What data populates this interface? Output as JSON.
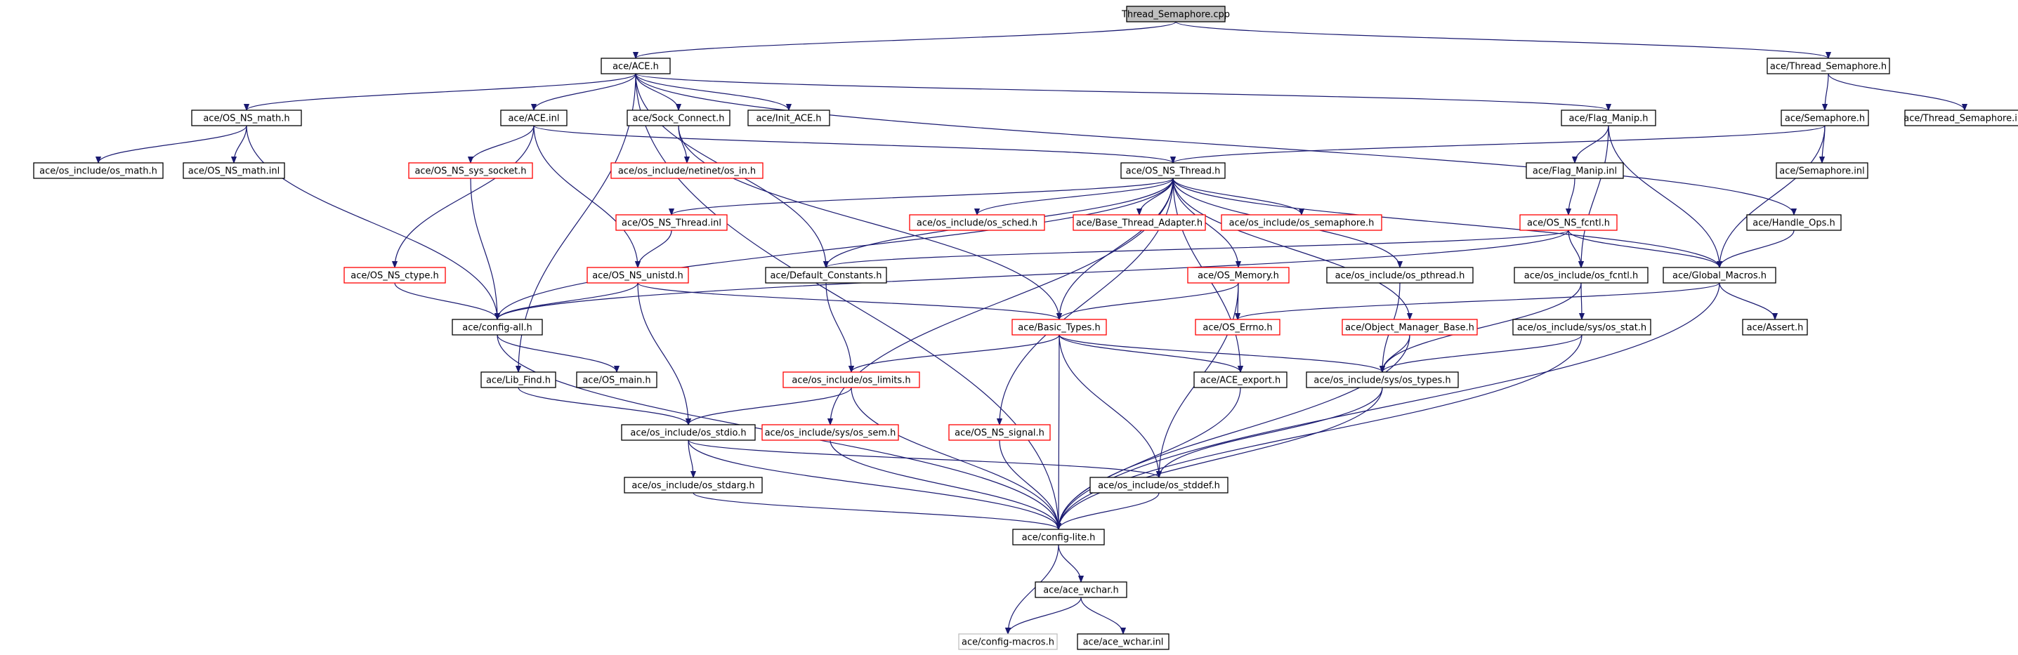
{
  "colors": {
    "edge": "#191970",
    "normal_border": "#000000",
    "incomplete_border": "#ff0000",
    "external_border": "#bfbfbf",
    "root_fill": "#bfbfbf",
    "fill": "#ffffff"
  },
  "nodes": [
    {
      "id": "thread_semaphore_cpp",
      "label": "Thread_Semaphore.cpp",
      "kind": "root"
    },
    {
      "id": "ace_h",
      "label": "ace/ACE.h",
      "kind": "normal"
    },
    {
      "id": "thread_semaphore_h",
      "label": "ace/Thread_Semaphore.h",
      "kind": "normal"
    },
    {
      "id": "os_ns_math_h",
      "label": "ace/OS_NS_math.h",
      "kind": "normal"
    },
    {
      "id": "ace_inl",
      "label": "ace/ACE.inl",
      "kind": "normal"
    },
    {
      "id": "sock_connect_h",
      "label": "ace/Sock_Connect.h",
      "kind": "normal"
    },
    {
      "id": "init_ace_h",
      "label": "ace/Init_ACE.h",
      "kind": "normal"
    },
    {
      "id": "flag_manip_h",
      "label": "ace/Flag_Manip.h",
      "kind": "normal"
    },
    {
      "id": "semaphore_h",
      "label": "ace/Semaphore.h",
      "kind": "normal"
    },
    {
      "id": "thread_semaphore_inl",
      "label": "ace/Thread_Semaphore.inl",
      "kind": "normal"
    },
    {
      "id": "os_math_h",
      "label": "ace/os_include/os_math.h",
      "kind": "normal"
    },
    {
      "id": "os_ns_math_inl",
      "label": "ace/OS_NS_math.inl",
      "kind": "normal"
    },
    {
      "id": "os_ns_sys_socket_h",
      "label": "ace/OS_NS_sys_socket.h",
      "kind": "incomplete"
    },
    {
      "id": "os_in_h",
      "label": "ace/os_include/netinet/os_in.h",
      "kind": "incomplete"
    },
    {
      "id": "os_ns_thread_h",
      "label": "ace/OS_NS_Thread.h",
      "kind": "normal"
    },
    {
      "id": "flag_manip_inl",
      "label": "ace/Flag_Manip.inl",
      "kind": "normal"
    },
    {
      "id": "semaphore_inl",
      "label": "ace/Semaphore.inl",
      "kind": "normal"
    },
    {
      "id": "os_ns_thread_inl",
      "label": "ace/OS_NS_Thread.inl",
      "kind": "incomplete"
    },
    {
      "id": "os_sched_h",
      "label": "ace/os_include/os_sched.h",
      "kind": "incomplete"
    },
    {
      "id": "base_thread_adapter_h",
      "label": "ace/Base_Thread_Adapter.h",
      "kind": "incomplete"
    },
    {
      "id": "os_semaphore_h",
      "label": "ace/os_include/os_semaphore.h",
      "kind": "incomplete"
    },
    {
      "id": "os_ns_fcntl_h",
      "label": "ace/OS_NS_fcntl.h",
      "kind": "incomplete"
    },
    {
      "id": "handle_ops_h",
      "label": "ace/Handle_Ops.h",
      "kind": "normal"
    },
    {
      "id": "os_ns_ctype_h",
      "label": "ace/OS_NS_ctype.h",
      "kind": "incomplete"
    },
    {
      "id": "os_ns_unistd_h",
      "label": "ace/OS_NS_unistd.h",
      "kind": "incomplete"
    },
    {
      "id": "default_constants_h",
      "label": "ace/Default_Constants.h",
      "kind": "normal"
    },
    {
      "id": "os_memory_h",
      "label": "ace/OS_Memory.h",
      "kind": "incomplete"
    },
    {
      "id": "os_pthread_h",
      "label": "ace/os_include/os_pthread.h",
      "kind": "normal"
    },
    {
      "id": "os_fcntl_h",
      "label": "ace/os_include/os_fcntl.h",
      "kind": "normal"
    },
    {
      "id": "global_macros_h",
      "label": "ace/Global_Macros.h",
      "kind": "normal"
    },
    {
      "id": "config_all_h",
      "label": "ace/config-all.h",
      "kind": "normal"
    },
    {
      "id": "basic_types_h",
      "label": "ace/Basic_Types.h",
      "kind": "incomplete"
    },
    {
      "id": "os_errno_h",
      "label": "ace/OS_Errno.h",
      "kind": "incomplete"
    },
    {
      "id": "object_manager_base_h",
      "label": "ace/Object_Manager_Base.h",
      "kind": "incomplete"
    },
    {
      "id": "os_stat_h",
      "label": "ace/os_include/sys/os_stat.h",
      "kind": "normal"
    },
    {
      "id": "assert_h",
      "label": "ace/Assert.h",
      "kind": "normal"
    },
    {
      "id": "lib_find_h",
      "label": "ace/Lib_Find.h",
      "kind": "normal"
    },
    {
      "id": "os_main_h",
      "label": "ace/OS_main.h",
      "kind": "normal"
    },
    {
      "id": "os_limits_h",
      "label": "ace/os_include/os_limits.h",
      "kind": "incomplete"
    },
    {
      "id": "ace_export_h",
      "label": "ace/ACE_export.h",
      "kind": "normal"
    },
    {
      "id": "os_types_h",
      "label": "ace/os_include/sys/os_types.h",
      "kind": "normal"
    },
    {
      "id": "os_stdio_h",
      "label": "ace/os_include/os_stdio.h",
      "kind": "normal"
    },
    {
      "id": "os_sem_h",
      "label": "ace/os_include/sys/os_sem.h",
      "kind": "incomplete"
    },
    {
      "id": "os_ns_signal_h",
      "label": "ace/OS_NS_signal.h",
      "kind": "incomplete"
    },
    {
      "id": "os_stdarg_h",
      "label": "ace/os_include/os_stdarg.h",
      "kind": "normal"
    },
    {
      "id": "os_stddef_h",
      "label": "ace/os_include/os_stddef.h",
      "kind": "normal"
    },
    {
      "id": "config_lite_h",
      "label": "ace/config-lite.h",
      "kind": "normal"
    },
    {
      "id": "ace_wchar_h",
      "label": "ace/ace_wchar.h",
      "kind": "normal"
    },
    {
      "id": "config_macros_h",
      "label": "ace/config-macros.h",
      "kind": "external"
    },
    {
      "id": "ace_wchar_inl",
      "label": "ace/ace_wchar.inl",
      "kind": "normal"
    }
  ],
  "edges": [
    [
      "thread_semaphore_cpp",
      "ace_h"
    ],
    [
      "thread_semaphore_cpp",
      "thread_semaphore_h"
    ],
    [
      "ace_h",
      "os_ns_math_h"
    ],
    [
      "ace_h",
      "ace_inl"
    ],
    [
      "ace_h",
      "sock_connect_h"
    ],
    [
      "ace_h",
      "init_ace_h"
    ],
    [
      "ace_h",
      "flag_manip_h"
    ],
    [
      "ace_h",
      "handle_ops_h"
    ],
    [
      "ace_h",
      "lib_find_h"
    ],
    [
      "ace_h",
      "default_constants_h"
    ],
    [
      "ace_h",
      "config_lite_h"
    ],
    [
      "thread_semaphore_h",
      "semaphore_h"
    ],
    [
      "thread_semaphore_h",
      "thread_semaphore_inl"
    ],
    [
      "os_ns_math_h",
      "os_math_h"
    ],
    [
      "os_ns_math_h",
      "os_ns_math_inl"
    ],
    [
      "os_ns_math_h",
      "config_all_h"
    ],
    [
      "ace_inl",
      "os_ns_sys_socket_h"
    ],
    [
      "ace_inl",
      "os_ns_thread_h"
    ],
    [
      "ace_inl",
      "os_ns_ctype_h"
    ],
    [
      "ace_inl",
      "os_ns_unistd_h"
    ],
    [
      "sock_connect_h",
      "os_in_h"
    ],
    [
      "sock_connect_h",
      "basic_types_h"
    ],
    [
      "flag_manip_h",
      "flag_manip_inl"
    ],
    [
      "flag_manip_h",
      "global_macros_h"
    ],
    [
      "flag_manip_h",
      "os_fcntl_h"
    ],
    [
      "semaphore_h",
      "os_ns_thread_h"
    ],
    [
      "semaphore_h",
      "semaphore_inl"
    ],
    [
      "semaphore_h",
      "global_macros_h"
    ],
    [
      "os_ns_sys_socket_h",
      "config_all_h"
    ],
    [
      "os_ns_thread_h",
      "os_ns_thread_inl"
    ],
    [
      "os_ns_thread_h",
      "os_sched_h"
    ],
    [
      "os_ns_thread_h",
      "base_thread_adapter_h"
    ],
    [
      "os_ns_thread_h",
      "os_semaphore_h"
    ],
    [
      "os_ns_thread_h",
      "default_constants_h"
    ],
    [
      "os_ns_thread_h",
      "os_memory_h"
    ],
    [
      "os_ns_thread_h",
      "os_pthread_h"
    ],
    [
      "os_ns_thread_h",
      "global_macros_h"
    ],
    [
      "os_ns_thread_h",
      "config_all_h"
    ],
    [
      "os_ns_thread_h",
      "basic_types_h"
    ],
    [
      "os_ns_thread_h",
      "object_manager_base_h"
    ],
    [
      "os_ns_thread_h",
      "ace_export_h"
    ],
    [
      "os_ns_thread_h",
      "os_sem_h"
    ],
    [
      "os_ns_thread_h",
      "os_ns_signal_h"
    ],
    [
      "flag_manip_inl",
      "os_ns_fcntl_h"
    ],
    [
      "os_ns_thread_inl",
      "os_ns_unistd_h"
    ],
    [
      "os_ns_fcntl_h",
      "os_fcntl_h"
    ],
    [
      "os_ns_fcntl_h",
      "global_macros_h"
    ],
    [
      "os_ns_fcntl_h",
      "default_constants_h"
    ],
    [
      "os_ns_fcntl_h",
      "config_all_h"
    ],
    [
      "handle_ops_h",
      "global_macros_h"
    ],
    [
      "os_ns_ctype_h",
      "config_all_h"
    ],
    [
      "os_ns_unistd_h",
      "config_all_h"
    ],
    [
      "os_ns_unistd_h",
      "basic_types_h"
    ],
    [
      "os_ns_unistd_h",
      "os_stdio_h"
    ],
    [
      "default_constants_h",
      "os_limits_h"
    ],
    [
      "os_memory_h",
      "os_errno_h"
    ],
    [
      "os_memory_h",
      "basic_types_h"
    ],
    [
      "os_memory_h",
      "os_stddef_h"
    ],
    [
      "os_pthread_h",
      "os_types_h"
    ],
    [
      "os_fcntl_h",
      "os_stat_h"
    ],
    [
      "os_fcntl_h",
      "os_types_h"
    ],
    [
      "global_macros_h",
      "os_errno_h"
    ],
    [
      "global_macros_h",
      "assert_h"
    ],
    [
      "global_macros_h",
      "config_lite_h"
    ],
    [
      "config_all_h",
      "os_main_h"
    ],
    [
      "config_all_h",
      "config_lite_h"
    ],
    [
      "basic_types_h",
      "os_limits_h"
    ],
    [
      "basic_types_h",
      "ace_export_h"
    ],
    [
      "basic_types_h",
      "os_types_h"
    ],
    [
      "basic_types_h",
      "os_stddef_h"
    ],
    [
      "basic_types_h",
      "config_lite_h"
    ],
    [
      "object_manager_base_h",
      "os_types_h"
    ],
    [
      "object_manager_base_h",
      "config_lite_h"
    ],
    [
      "os_stat_h",
      "os_types_h"
    ],
    [
      "os_stat_h",
      "config_lite_h"
    ],
    [
      "lib_find_h",
      "os_stdio_h"
    ],
    [
      "os_limits_h",
      "os_stdio_h"
    ],
    [
      "os_limits_h",
      "config_lite_h"
    ],
    [
      "ace_export_h",
      "config_lite_h"
    ],
    [
      "os_types_h",
      "os_stddef_h"
    ],
    [
      "os_types_h",
      "config_lite_h"
    ],
    [
      "os_stdio_h",
      "os_stdarg_h"
    ],
    [
      "os_stdio_h",
      "os_stddef_h"
    ],
    [
      "os_stdio_h",
      "config_lite_h"
    ],
    [
      "os_sem_h",
      "config_lite_h"
    ],
    [
      "os_ns_signal_h",
      "config_lite_h"
    ],
    [
      "os_stdarg_h",
      "config_lite_h"
    ],
    [
      "os_stddef_h",
      "config_lite_h"
    ],
    [
      "config_lite_h",
      "ace_wchar_h"
    ],
    [
      "config_lite_h",
      "config_macros_h"
    ],
    [
      "ace_wchar_h",
      "config_macros_h"
    ],
    [
      "ace_wchar_h",
      "ace_wchar_inl"
    ]
  ]
}
